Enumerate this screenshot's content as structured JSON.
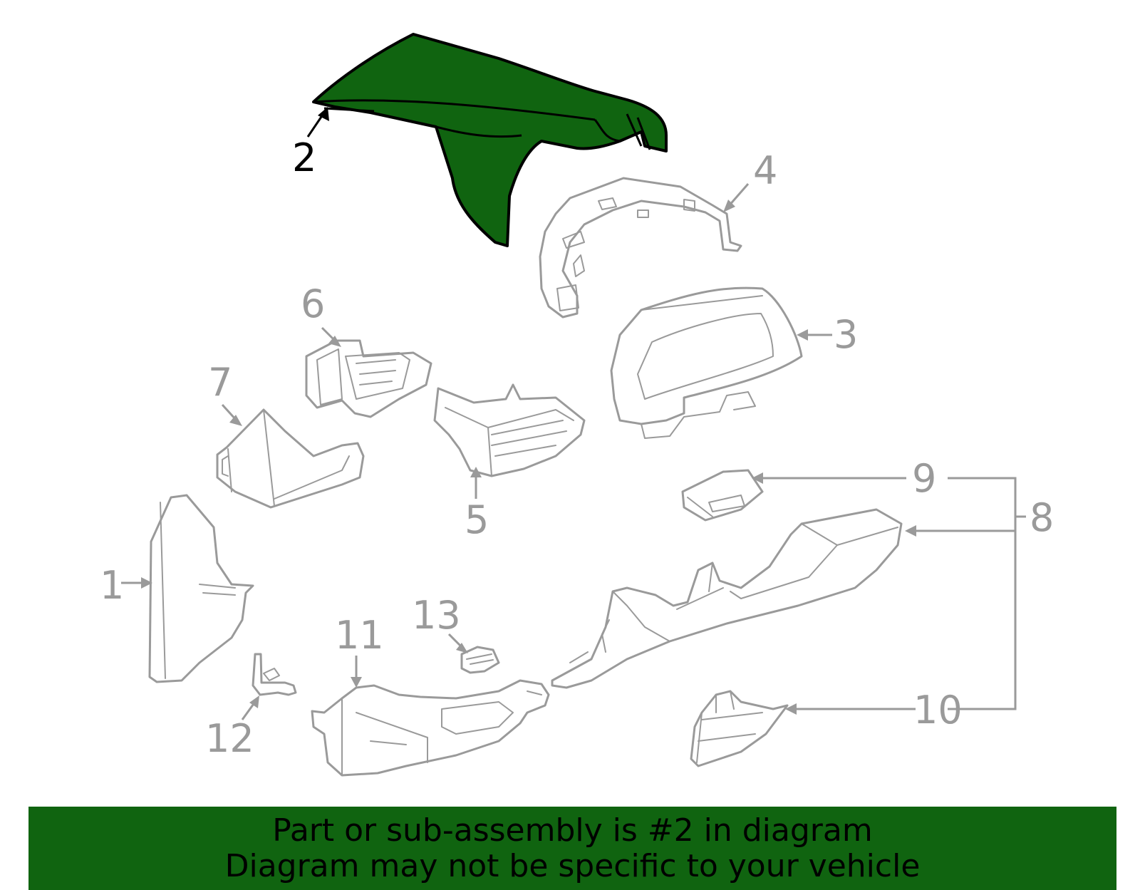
{
  "diagram": {
    "highlight_color": "#106410",
    "outline_color": "#9a9a9a",
    "highlighted_part": "2",
    "callouts": [
      "1",
      "2",
      "3",
      "4",
      "5",
      "6",
      "7",
      "8",
      "9",
      "10",
      "11",
      "12",
      "13"
    ]
  },
  "banner": {
    "background": "#106410",
    "line1": "Part or sub-assembly is #2 in diagram",
    "line2": "Diagram may not be specific to your vehicle"
  }
}
